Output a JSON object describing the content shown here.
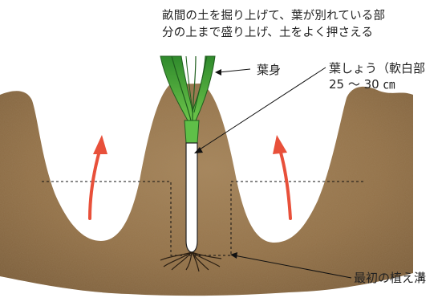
{
  "caption": {
    "line1": "畝間の土を掘り上げて、葉が別れている部",
    "line2": "分の上まで盛り上げ、土をよく押さえる"
  },
  "labels": {
    "leaf_blade": "葉身",
    "leaf_sheath": "葉しょう（軟白部",
    "leaf_sheath_length": "25 ～ 30 ㎝",
    "first_trench": "最初の植え溝"
  },
  "colors": {
    "soil": "#9a7a52",
    "soil_dark": "#7a5c3a",
    "leaf_green": "#3ea43a",
    "arrow": "#e8503a"
  }
}
